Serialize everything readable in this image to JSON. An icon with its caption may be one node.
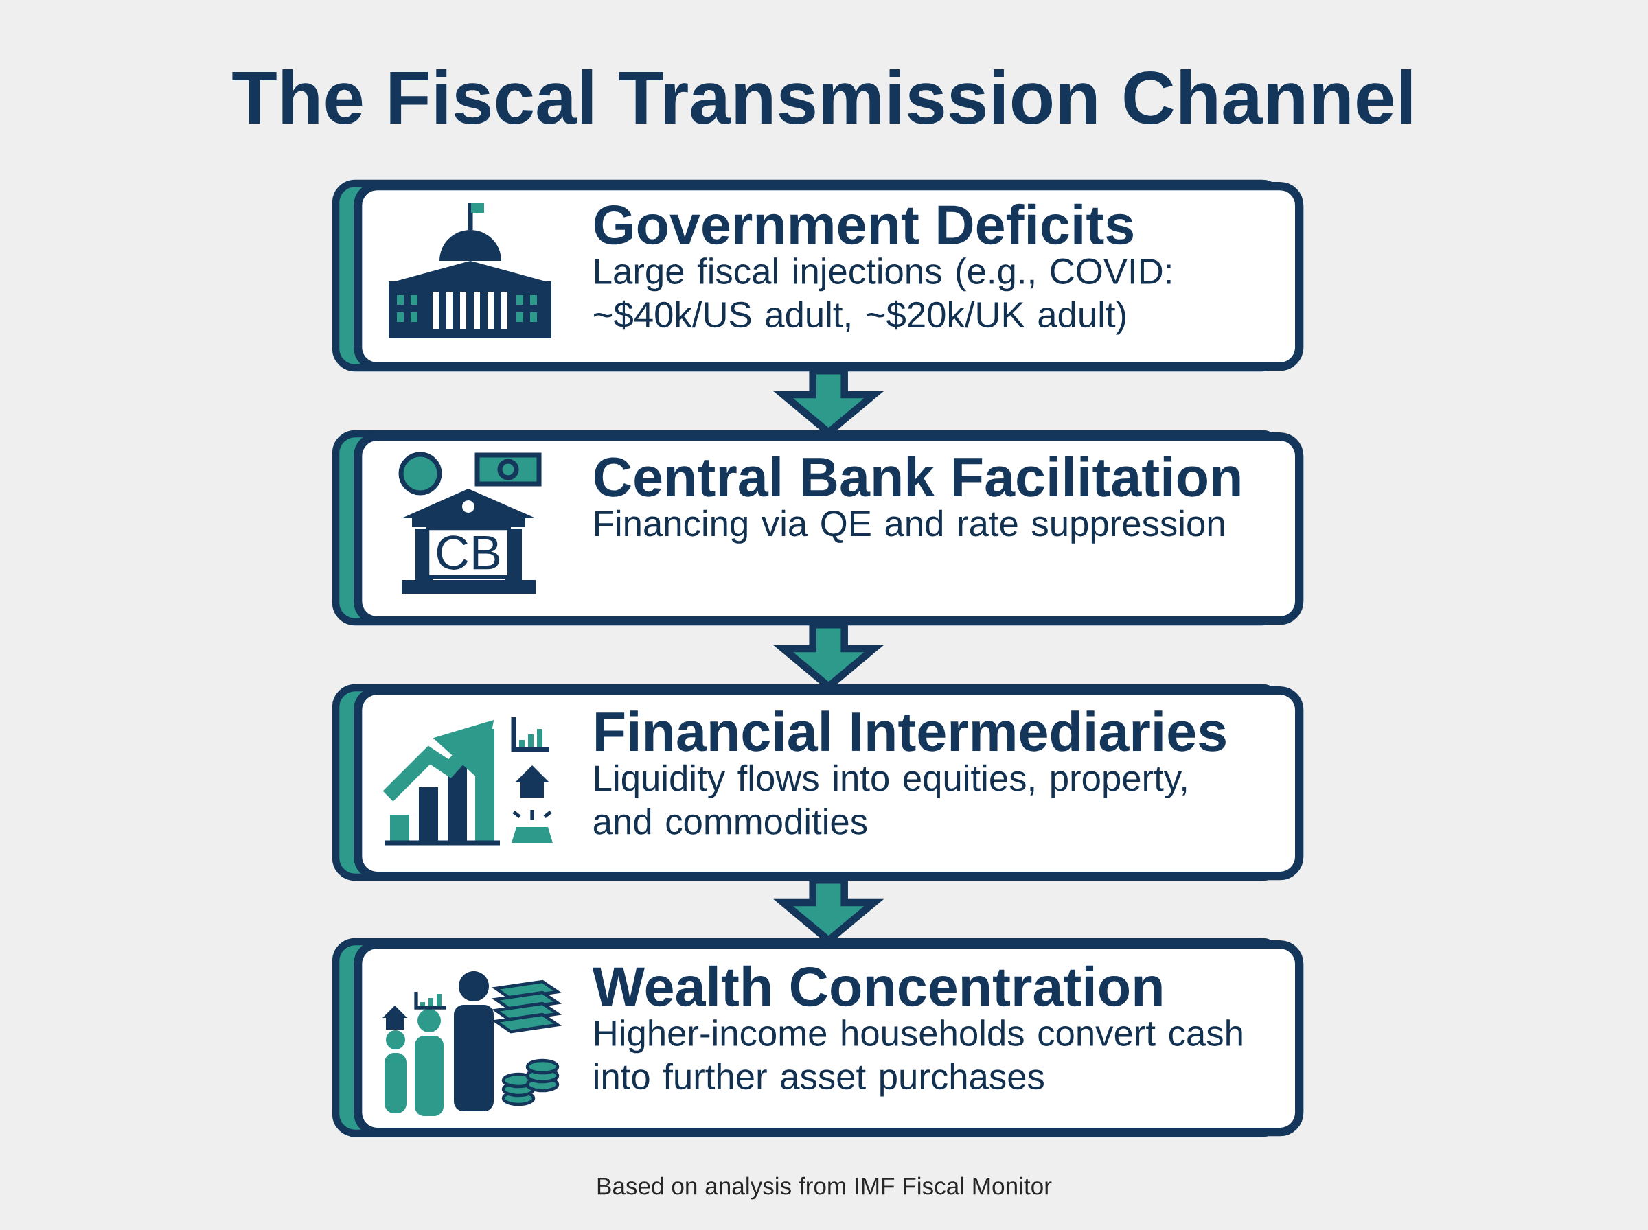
{
  "diagram": {
    "title": "The Fiscal Transmission Channel",
    "caption": "Based on analysis from IMF Fiscal Monitor",
    "nodes": [
      {
        "text": [
          "Government Deficits",
          "Large fiscal injections (e.g., COVID: ~$40k/US adult, ~$20k/UK adult)"
        ]
      },
      {
        "text": [
          "Central Bank Facilitation",
          "Financing via QE and rate suppression"
        ]
      },
      {
        "text": [
          "Financial Intermediaries",
          "Liquidity flows into equities, property, and commodities"
        ]
      },
      {
        "text": [
          "Wealth Concentration",
          "Higher-income households convert cash into further asset purchases"
        ]
      }
    ],
    "edges": [
      {
        "from": 0,
        "to": 1,
        "arrow": "to"
      },
      {
        "from": 1,
        "to": 2,
        "arrow": "to"
      },
      {
        "from": 2,
        "to": 3,
        "arrow": "to"
      }
    ],
    "labels": [
      "CB"
    ]
  }
}
